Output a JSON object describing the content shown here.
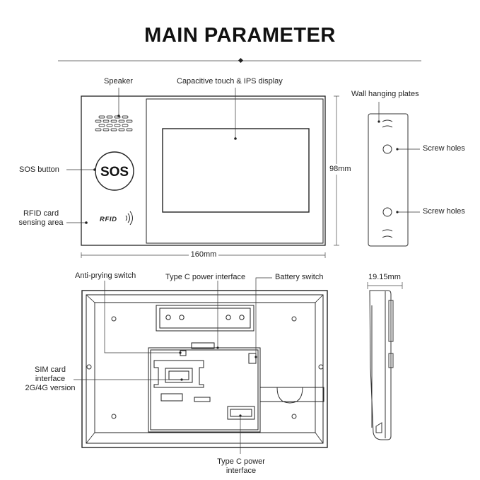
{
  "title": "MAIN PARAMETER",
  "front_view": {
    "speaker": "Speaker",
    "display": "Capacitive touch & IPS display",
    "sos_button": "SOS button",
    "sos_text": "SOS",
    "rfid_area": [
      "RFID card",
      "sensing area"
    ],
    "rfid_text": "RFID",
    "width": "160mm",
    "height": "98mm"
  },
  "wall_plate": {
    "title": "Wall hanging plates",
    "screw_holes_top": "Screw holes",
    "screw_holes_bottom": "Screw holes"
  },
  "back_view": {
    "anti_prying": "Anti-prying switch",
    "type_c_top": "Type C power interface",
    "battery_switch": "Battery switch",
    "sim_card": [
      "SIM card",
      "interface",
      "2G/4G version"
    ],
    "type_c_bottom": [
      "Type C power",
      "interface"
    ]
  },
  "side_view": {
    "thickness": "19.15mm"
  }
}
